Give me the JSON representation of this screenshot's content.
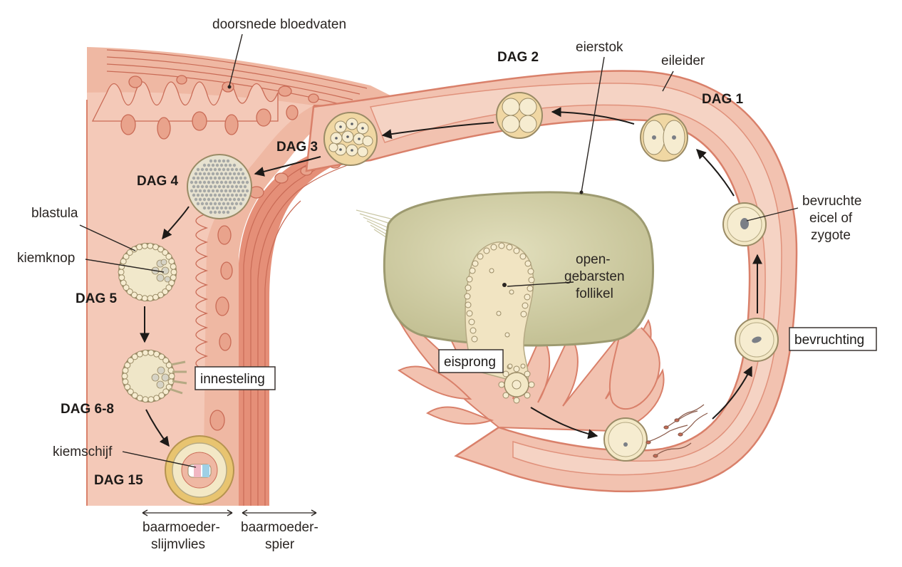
{
  "colors": {
    "tissue_light": "#f2c2b0",
    "tissue_mid": "#e9a38c",
    "tissue_dark": "#d9806a",
    "muscle": "#e58f78",
    "tube_lumen": "#f5d3c4",
    "ovary_fill": "#d7d4ae",
    "ovary_edge": "#a7a47a",
    "cell_fill": "#f3e8c6",
    "cell_edge": "#9a8b66",
    "nucleus": "#7b7f86",
    "arrow": "#1d1a18"
  },
  "labels": {
    "blood_vessels": "doorsnede bloedvaten",
    "ovary": "eierstok",
    "oviduct": "eileider",
    "zygote_line1": "bevruchte",
    "zygote_line2": "eicel of",
    "zygote_line3": "zygote",
    "follicle_line1": "open-",
    "follicle_line2": "gebarsten",
    "follicle_line3": "follikel",
    "blastula": "blastula",
    "inner_cell_mass": "kiemknop",
    "embryonic_disc": "kiemschijf",
    "endometrium_line1": "baarmoeder-",
    "endometrium_line2": "slijmvlies",
    "myometrium_line1": "baarmoeder-",
    "myometrium_line2": "spier"
  },
  "boxes": {
    "fertilization": "bevruchting",
    "ovulation": "eisprong",
    "implantation": "innesteling"
  },
  "days": {
    "day1": "DAG 1",
    "day2": "DAG 2",
    "day3": "DAG 3",
    "day4": "DAG 4",
    "day5": "DAG 5",
    "day6_8": "DAG 6-8",
    "day15": "DAG 15"
  }
}
